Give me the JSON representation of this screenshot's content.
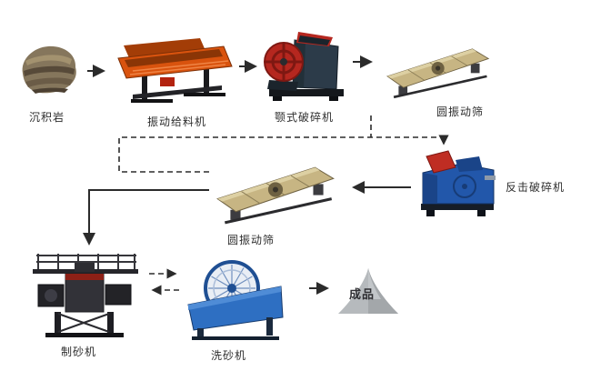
{
  "diagram": {
    "type": "process-flow",
    "nodes": {
      "rock": {
        "label": "沉积岩"
      },
      "feeder": {
        "label": "振动给料机"
      },
      "jaw_crusher": {
        "label": "颚式破碎机"
      },
      "screen_top": {
        "label": "圆振动筛"
      },
      "impact_crusher": {
        "label": "反击破碎机"
      },
      "screen_mid": {
        "label": "圆振动筛"
      },
      "sand_maker": {
        "label": "制砂机"
      },
      "sand_washer": {
        "label": "洗砂机"
      },
      "product": {
        "label": "成品"
      }
    },
    "edges": [
      {
        "from": "rock",
        "to": "feeder",
        "style": "solid"
      },
      {
        "from": "feeder",
        "to": "jaw_crusher",
        "style": "solid"
      },
      {
        "from": "jaw_crusher",
        "to": "screen_top",
        "style": "solid"
      },
      {
        "from": "screen_top",
        "to": "impact_crusher",
        "style": "dashed"
      },
      {
        "from": "impact_crusher",
        "to": "screen_mid",
        "style": "solid"
      },
      {
        "from": "screen_mid",
        "to": "impact_crusher",
        "style": "dashed-return"
      },
      {
        "from": "screen_mid",
        "to": "sand_maker",
        "style": "solid"
      },
      {
        "from": "sand_maker",
        "to": "sand_washer",
        "style": "dashed"
      },
      {
        "from": "sand_washer",
        "to": "sand_maker",
        "style": "dashed"
      },
      {
        "from": "sand_washer",
        "to": "product",
        "style": "solid"
      }
    ],
    "colors": {
      "background": "#ffffff",
      "arrow": "#2b2b2b",
      "label_text": "#2e2e2e",
      "feeder_orange": "#d9530e",
      "flywheel_red": "#b5271f",
      "jaw_body": "#2c3b49",
      "screen_khaki": "#c7b583",
      "impact_blue": "#2257aa",
      "sand_maker_dark": "#323238",
      "washer_blue": "#2e6fc2",
      "product_gray": "#b6babd"
    }
  }
}
